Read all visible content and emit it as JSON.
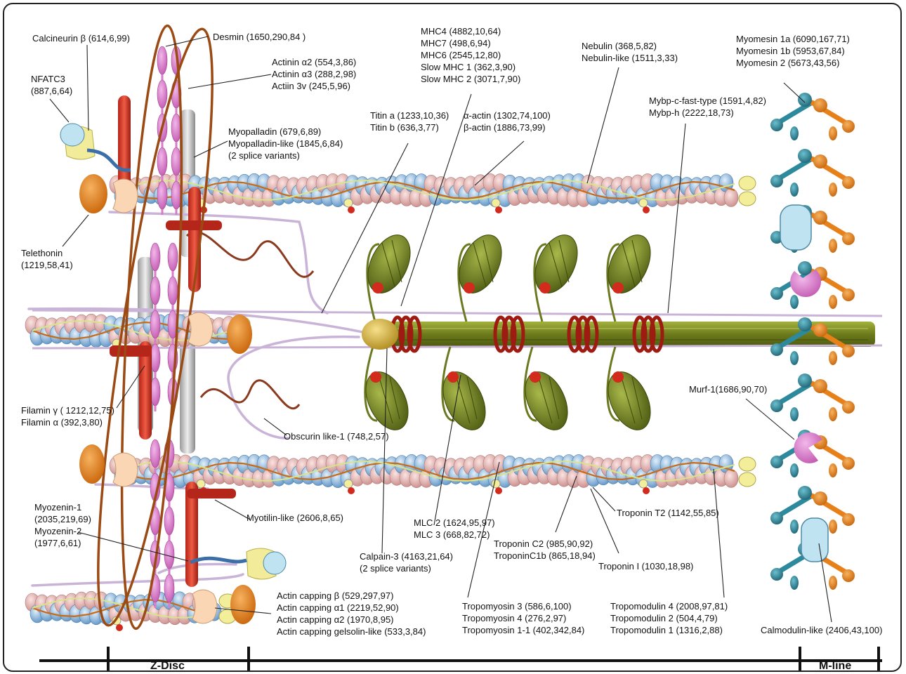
{
  "regions": {
    "z_disc": "Z-Disc",
    "m_line": "M-line"
  },
  "labels": {
    "calcineurin": [
      "Calcineurin β (614,6,99)"
    ],
    "desmin": [
      "Desmin (1650,290,84 )"
    ],
    "nfatc3": [
      "NFATC3",
      "(887,6,64)"
    ],
    "actinin": [
      "Actinin α2 (554,3,86)",
      "Actinin α3 (288,2,98)",
      "Actiin 3v (245,5,96)"
    ],
    "myopalladin": [
      "Myopalladin (679,6,89)",
      "Myopalladin-like (1845,6,84)",
      "(2 splice variants)"
    ],
    "mhc": [
      "MHC4 (4882,10,64)",
      "MHC7 (498,6,94)",
      "MHC6 (2545,12,80)",
      "Slow MHC 1 (362,3,90)",
      "Slow MHC 2 (3071,7,90)"
    ],
    "titin": [
      "Titin a (1233,10,36)",
      "Titin b (636,3,77)"
    ],
    "actin": [
      "α-actin (1302,74,100)",
      "β-actin (1886,73,99)"
    ],
    "nebulin": [
      "Nebulin (368,5,82)",
      "Nebulin-like (1511,3,33)"
    ],
    "mybp": [
      "Mybp-c-fast-type (1591,4,82)",
      "Mybp-h (2222,18,73)"
    ],
    "myomesin": [
      "Myomesin 1a (6090,167,71)",
      "Myomesin 1b (5953,67,84)",
      "Myomesin 2  (5673,43,56)"
    ],
    "telethonin": [
      "Telethonin",
      "(1219,58,41)"
    ],
    "murf": [
      "Murf-1(1686,90,70)"
    ],
    "filamin": [
      "Filamin γ ( 1212,12,75)",
      "Filamin α (392,3,80)"
    ],
    "obscurin": [
      "Obscurin like-1 (748,2,57)"
    ],
    "myozenin": [
      "Myozenin-1",
      "(2035,219,69)",
      "Myozenin-2",
      "(1977,6,61)"
    ],
    "myotilin": [
      "Myotilin-like (2606,8,65)"
    ],
    "mlc": [
      "MLC 2 (1624,95,97)",
      "MLC 3  (668,82,72)"
    ],
    "troponin_t": [
      "Troponin T2 (1142,55,85)"
    ],
    "calpain": [
      "Calpain-3 (4163,21,64)",
      "(2 splice variants)"
    ],
    "troponin_c": [
      "Troponin C2 (985,90,92)",
      "TroponinC1b (865,18,94)"
    ],
    "troponin_i": [
      "Troponin I (1030,18,98)"
    ],
    "actin_capping": [
      "Actin capping β (529,297,97)",
      "Actin capping α1 (2219,52,90)",
      "Actin capping α2 (1970,8,95)",
      "Actin capping gelsolin-like (533,3,84)"
    ],
    "tropomyosin": [
      "Tropomyosin 3 (586,6,100)",
      "Tropomyosin 4 (276,2,97)",
      "Tropomyosin 1-1 (402,342,84)"
    ],
    "tropomodulin": [
      "Tropomodulin 4 (2008,97,81)",
      "Tropomodulin 2 (504,4,79)",
      "Tropomodulin 1 (1316,2,88)"
    ],
    "calmodulin": [
      "Calmodulin-like (2406,43,100)"
    ]
  },
  "colors": {
    "actin_pink": "#e8b7b5",
    "actin_blue": "#9cc3e6",
    "myosin_green": "#7a8a2a",
    "titin_lilac": "#c9b4d8",
    "alpha_actinin": "#d97cc9",
    "filamin_red": "#d9412e",
    "desmin_brown": "#9a4a12",
    "orange": "#e8801a",
    "teal": "#2c8a9c",
    "yellow_bead": "#f3ee9a"
  }
}
